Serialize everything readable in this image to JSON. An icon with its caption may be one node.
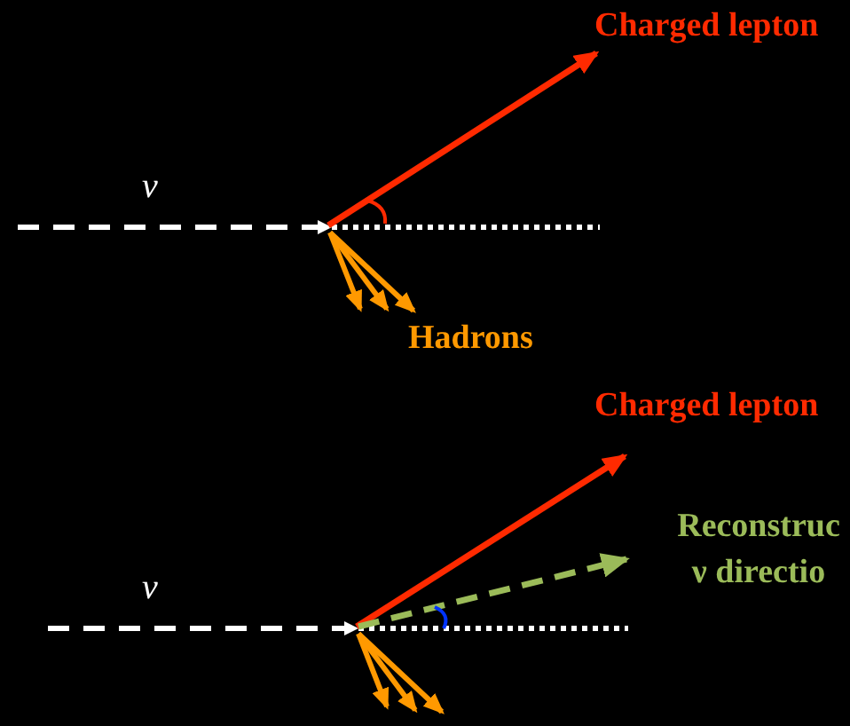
{
  "diagram": {
    "labels": [
      "Charged lepton",
      "ν",
      "Hadrons",
      "Charged lepton",
      "Reconstruc ν directio",
      "ν"
    ]
  }
}
